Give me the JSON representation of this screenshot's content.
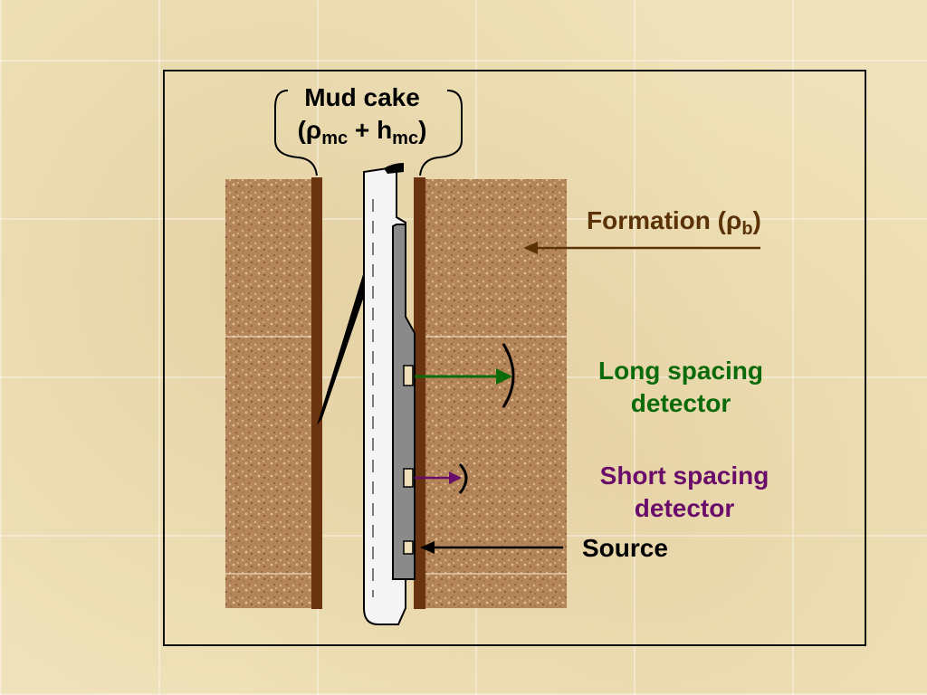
{
  "labels": {
    "mud_cake_title": "Mud cake",
    "mud_cake_open": "(",
    "mud_cake_rho": "ρ",
    "mud_cake_rho_sub": "mc",
    "mud_cake_plus": " + h",
    "mud_cake_h_sub": "mc",
    "mud_cake_close": ")",
    "formation_text": "Formation (",
    "formation_rho": "ρ",
    "formation_sub": "b",
    "formation_close": ")",
    "long_line1": "Long spacing",
    "long_line2": "detector",
    "short_line1": "Short spacing",
    "short_line2": "detector",
    "source": "Source"
  },
  "colors": {
    "formation_text": "#5a3206",
    "long_detector": "#0b6b0b",
    "short_detector": "#6a0d6a",
    "source": "#000000",
    "mud_cake_wall": "#6b3410",
    "rock": "#b5855a",
    "tool_body": "#f4f4f4",
    "pad": "#8a8a8a"
  }
}
